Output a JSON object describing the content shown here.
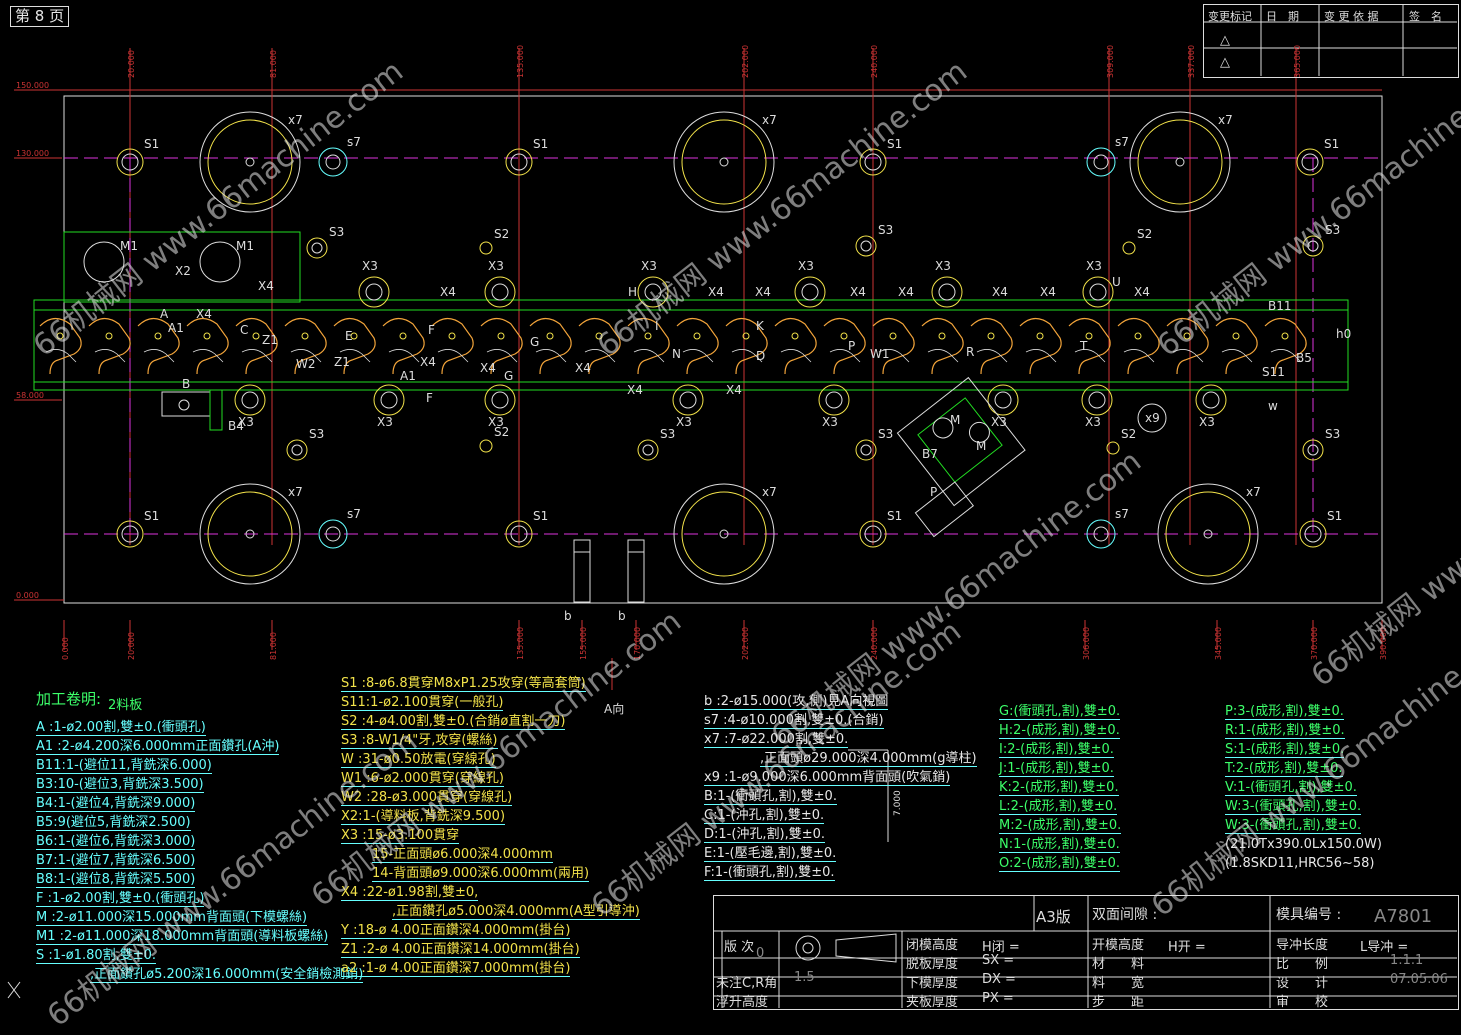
{
  "page_label": "第 8 页",
  "revision_table": {
    "headers": [
      "变更标记",
      "日　期",
      "变 更 依 据",
      "签　名"
    ],
    "rows": [
      "△",
      "△"
    ]
  },
  "dims_top": [
    "20.000",
    "81.000",
    "135.000",
    "202.000",
    "240.000",
    "309.000",
    "337.000",
    "365.000"
  ],
  "dims_bottom": [
    "0.000",
    "20.000",
    "81.000",
    "135.000",
    "155.000",
    "170.000",
    "202.000",
    "240.000",
    "306.000",
    "345.000",
    "370.000",
    "390.000"
  ],
  "dims_left": [
    "150.000",
    "130.000",
    "58.000",
    "0.000"
  ],
  "dims_vertical_misc": [
    "7.000"
  ],
  "labels": {
    "s1": "S1",
    "s2": "S2",
    "s3": "S3",
    "s7": "s7",
    "x7": "x7",
    "x3": "X3",
    "x4": "X4",
    "x2": "X2",
    "x9": "x9",
    "m1": "M1",
    "a": "A",
    "a1": "A1",
    "b": "B",
    "b4": "B4",
    "b7": "B7",
    "b11": "B11",
    "b5": "B5",
    "s11": "S11",
    "w": "w",
    "w1": "W1",
    "w2": "W2",
    "z1": "Z1",
    "c": "C",
    "e": "E",
    "f": "F",
    "g": "G",
    "h": "H",
    "i": "I",
    "n": "N",
    "k": "K",
    "d": "D",
    "r": "R",
    "p": "P",
    "u": "U",
    "t": "T",
    "ho": "h0",
    "m": "M",
    "b_small": "b",
    "a_dir": "A向"
  },
  "notes_left": {
    "title": "加工卷明:",
    "subtitle": "2料板",
    "lines": [
      "A   :1-ø2.00割,雙±0.(衝頭孔)",
      "A1   :2-ø4.200深6.000mm正面鑽孔(A沖)",
      "B11:1-(避位11,背銑深6.000)",
      "B3:10-(避位3,背銑深3.500)",
      "B4:1-(避位4,背銑深9.000)",
      "B5:9(避位5,背銑深2.500)",
      "B6:1-(避位6,背銑深3.000)",
      "B7:1-(避位7,背銑深6.500)",
      "B8:1-(避位8,背銑深5.500)",
      "F   :1-ø2.00割,雙±0.(衝頭孔)",
      "M   :2-ø11.000深15.000mm背面頭(下模螺絲)",
      "M1  :2-ø11.000深18.000mm背面頭(導料板螺絲)",
      "S   :1-ø1.80割,雙±0.",
      ",正面鑽孔ø5.200深16.000mm(安全銷檢測銷)"
    ]
  },
  "notes_mid": [
    "S1  :8-ø6.8貫穿M8xP1.25攻穿(等高套筒)",
    "S11:1-ø2.100貫穿(一般孔)",
    "S2  :4-ø4.00割,雙±0.(合銷ø直割一刀)",
    "S3  :8-W1/4\"牙,攻穿(螺絲)",
    "W   :31-ø0.50放電(穿線孔)",
    "W1  :6-ø2.000貫穿(穿線孔)",
    "W2  :28-ø3.000貫穿(穿線孔)",
    "X2:1-(導料板,背銑深9.500)",
    "X3  :15-ø3.100貫穿",
    "15-正面頭ø6.000深4.000mm",
    "14-背面頭ø9.000深6.000mm(兩用)",
    "X4  :22-ø1.98割,雙±0,",
    ",正面鑽孔ø5.000深4.000mm(A型引導沖)",
    "Y   :18-ø  4.00正面鑽深4.000mm(掛台)",
    "Z1  :2-ø  4.00正面鑽深14.000mm(掛台)",
    "a2  :1-ø  4.00正面鑽深7.000mm(掛台)"
  ],
  "notes_right1": [
    "b   :2-ø15.000(攻,側)見A向視圖",
    "s7  :4-ø10.000割,雙±0.(合銷)",
    "x7  :7-ø22.000割,雙±0.",
    ",正面頭ø29.000深4.000mm(g導柱)",
    "x9  :1-ø9.000深6.000mm背面頭(吹氣銷)",
    "B:1-(衝頭孔,割),雙±0.",
    "C:1-(沖孔,割),雙±0.",
    "D:1-(沖孔,割),雙±0.",
    "E:1-(壓毛邊,割),雙±0.",
    "F:1-(衝頭孔,割),雙±0."
  ],
  "notes_right2": [
    "G:(衝頭孔,割),雙±0.",
    "H:2-(成形,割),雙±0.",
    "I:2-(成形,割),雙±0.",
    "J:1-(成形,割),雙±0.",
    "K:2-(成形,割),雙±0.",
    "L:2-(成形,割),雙±0.",
    "M:2-(成形,割),雙±0.",
    "N:1-(成形,割),雙±0.",
    "O:2-(成形,割),雙±0."
  ],
  "notes_right3": [
    "P:3-(成形,割),雙±0.",
    "R:1-(成形,割),雙±0.",
    "S:1-(成形,割),雙±0.",
    "T:2-(成形,割),雙±0.",
    "V:1-(衝頭孔,割),雙±0.",
    "W:3-(衝頭孔,割),雙±0.",
    "W:3-(衝頭孔,割),雙±0.",
    "(21.0Tx390.0Lx150.0W)",
    "(1.8SKD11,HRC56~58)"
  ],
  "title_block": {
    "version": "A3版",
    "double_gap": "双面间隙 :",
    "mold_no_label": "模具编号 :",
    "mold_no": "A7801",
    "ban_ci": "版\n次",
    "ban_ci_value": "0",
    "unnoted_cr": "未注C,R角",
    "cr_value": "1.5",
    "float_height": "浮升高度",
    "closed_height": "闭模高度",
    "h_closed": "H闭 =",
    "strip_thick": "脱板厚度",
    "sx": "SX =",
    "lower_thick": "下模厚度",
    "dx": "DX =",
    "clamp_thick": "夹板厚度",
    "px": "PX =",
    "open_height": "开模高度",
    "h_open": "H开 =",
    "material": "材　　料",
    "width": "料　　宽",
    "pitch": "步　　距",
    "guide_length": "导冲长度",
    "l_guide": "L导冲 =",
    "scale_label": "比　　例",
    "scale": "1:1.1",
    "design_label": "设　　计",
    "design_date": "07.05.06",
    "review_label": "审　　校"
  },
  "watermarks": [
    "66机械网 www.66machine.com"
  ]
}
